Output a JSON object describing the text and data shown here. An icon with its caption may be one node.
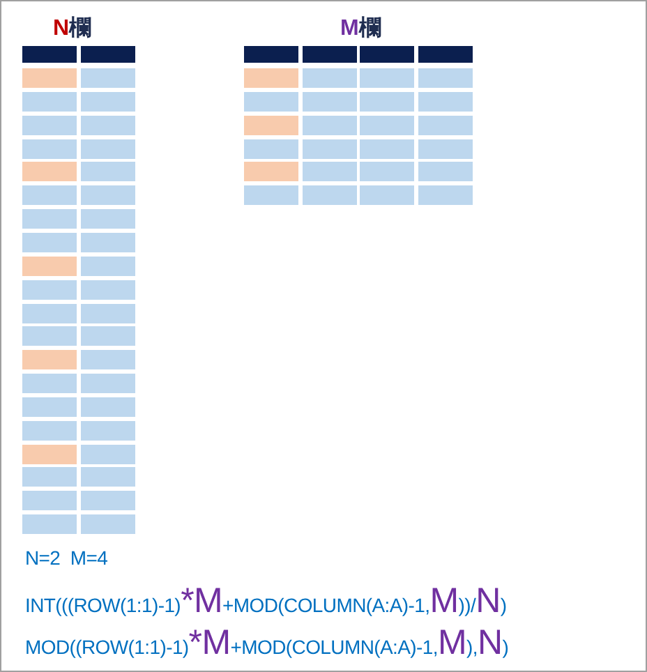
{
  "diagram": {
    "labels": [
      "**N**欄",
      "**M**欄",
      "N=2  M=4",
      "INT(((ROW(1:1)-1)***M**+MOD(COLUMN(A:A)-1,**M**))/**N**)",
      "MOD((ROW(1:1)-1)***M**+MOD(COLUMN(A:A)-1,**M**),**N**)"
    ]
  }
}
